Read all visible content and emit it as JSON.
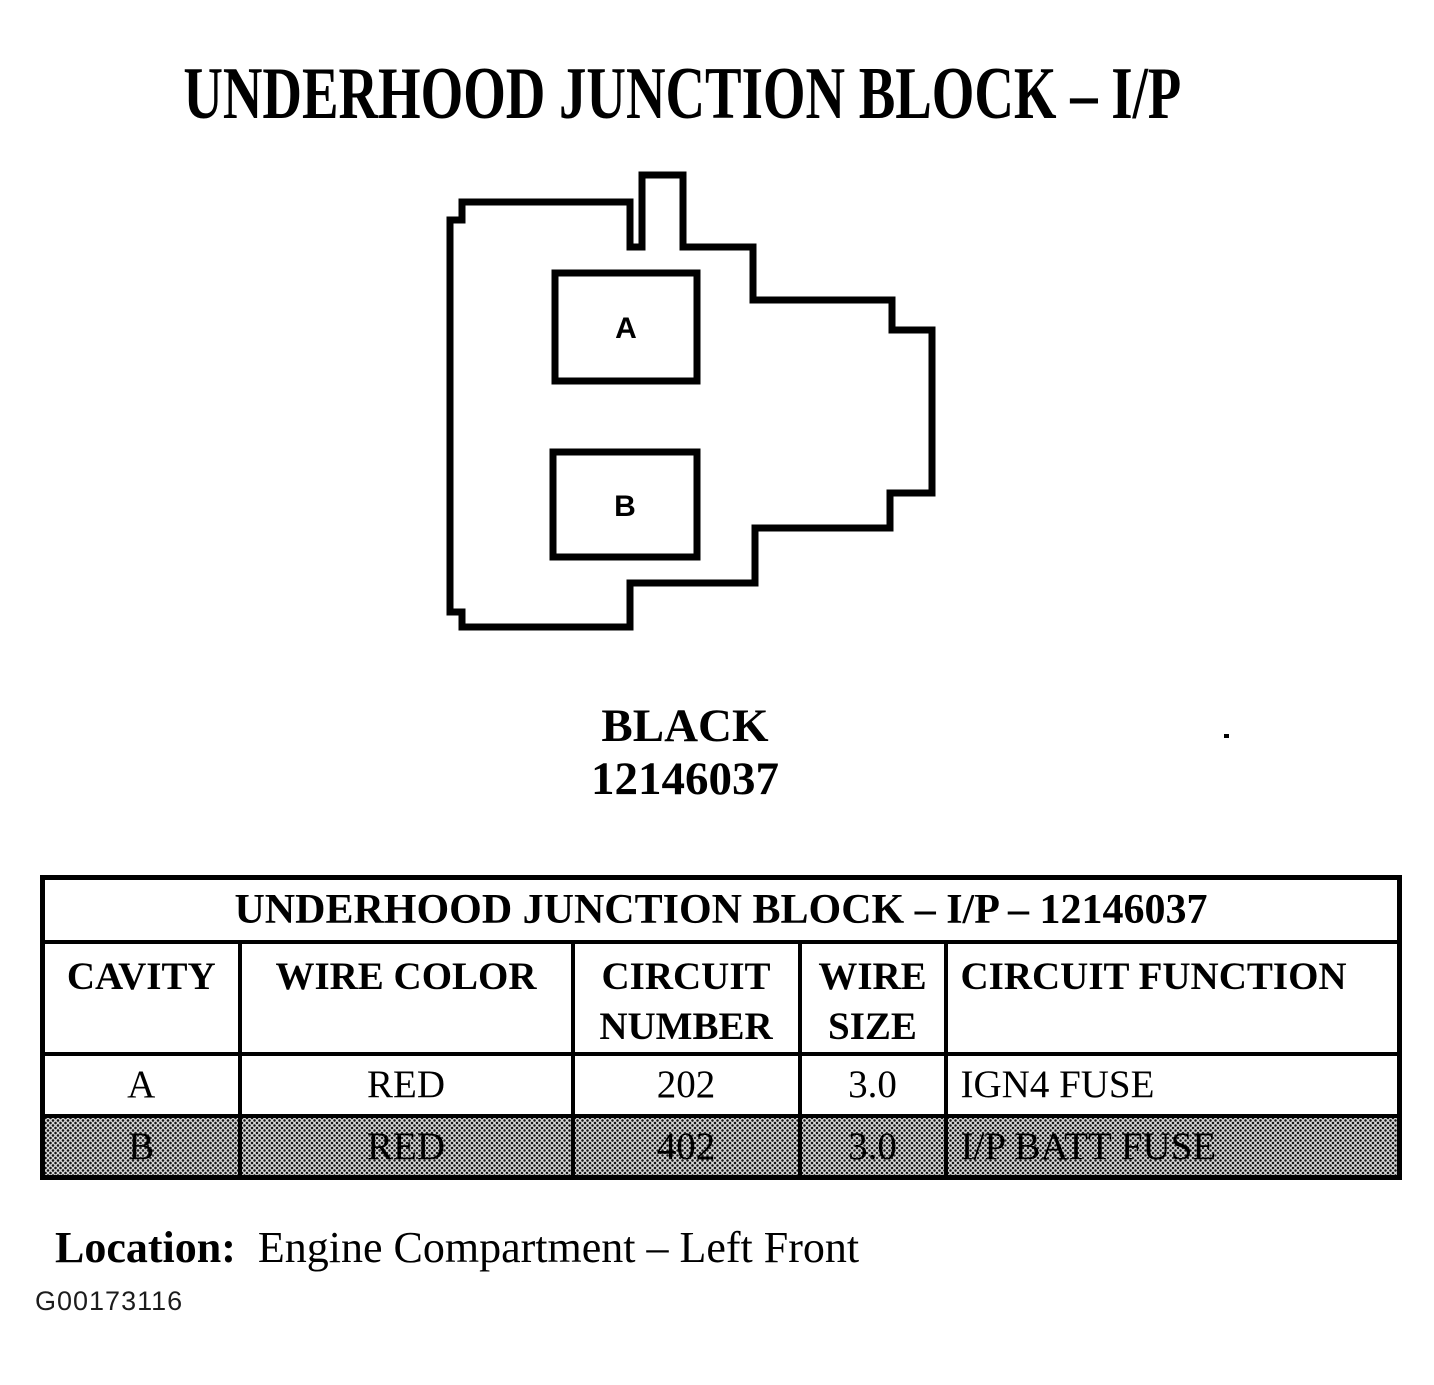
{
  "page": {
    "title": "UNDERHOOD JUNCTION BLOCK – I/P",
    "figure_id": "G00173116"
  },
  "connector": {
    "color_label": "BLACK",
    "part_number": "12146037",
    "cavities": [
      {
        "label": "A"
      },
      {
        "label": "B"
      }
    ]
  },
  "table": {
    "title": "UNDERHOOD JUNCTION BLOCK – I/P – 12146037",
    "columns": [
      "CAVITY",
      "WIRE COLOR",
      "CIRCUIT\nNUMBER",
      "WIRE\nSIZE",
      "CIRCUIT FUNCTION"
    ],
    "rows": [
      {
        "cavity": "A",
        "wire_color": "RED",
        "circuit_number": "202",
        "wire_size": "3.0",
        "circuit_function": "IGN4 FUSE",
        "shaded": false
      },
      {
        "cavity": "B",
        "wire_color": "RED",
        "circuit_number": "402",
        "wire_size": "3.0",
        "circuit_function": "I/P BATT FUSE",
        "shaded": true
      }
    ]
  },
  "location": {
    "label": "Location:",
    "value": "Engine Compartment – Left Front"
  }
}
